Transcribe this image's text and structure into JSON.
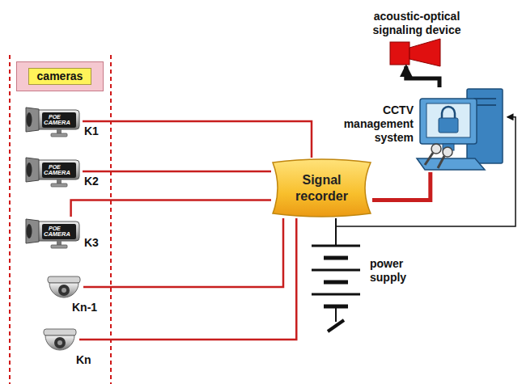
{
  "diagram": {
    "nodes": [
      {
        "text": [
          "cameras"
        ]
      },
      {
        "text": [
          "acoustic-optical signaling device"
        ]
      },
      {
        "text": [
          "CCTV management system"
        ]
      },
      {
        "text": [
          "K1"
        ]
      },
      {
        "text": [
          "K2"
        ]
      },
      {
        "text": [
          "Signal recorder"
        ]
      },
      {
        "text": [
          "K3"
        ]
      },
      {
        "text": [
          "power supply"
        ]
      },
      {
        "text": [
          "Kn-1"
        ]
      },
      {
        "text": [
          "Kn"
        ]
      }
    ],
    "edges": [
      {
        "from": 3,
        "to": 5,
        "arrow": "none"
      },
      {
        "from": 4,
        "to": 5,
        "arrow": "none"
      },
      {
        "from": 6,
        "to": 5,
        "arrow": "none"
      },
      {
        "from": 8,
        "to": 5,
        "arrow": "none"
      },
      {
        "from": 9,
        "to": 5,
        "arrow": "none"
      },
      {
        "from": 5,
        "to": 2,
        "arrow": "none"
      },
      {
        "from": 2,
        "to": 1,
        "arrow": "to"
      },
      {
        "from": 7,
        "to": 5,
        "arrow": "none"
      },
      {
        "from": 7,
        "to": 2,
        "arrow": "to"
      }
    ],
    "labels": [
      "POE",
      "CAMERA",
      "POE",
      "CAMERA",
      "POE",
      "CAMERA"
    ]
  }
}
